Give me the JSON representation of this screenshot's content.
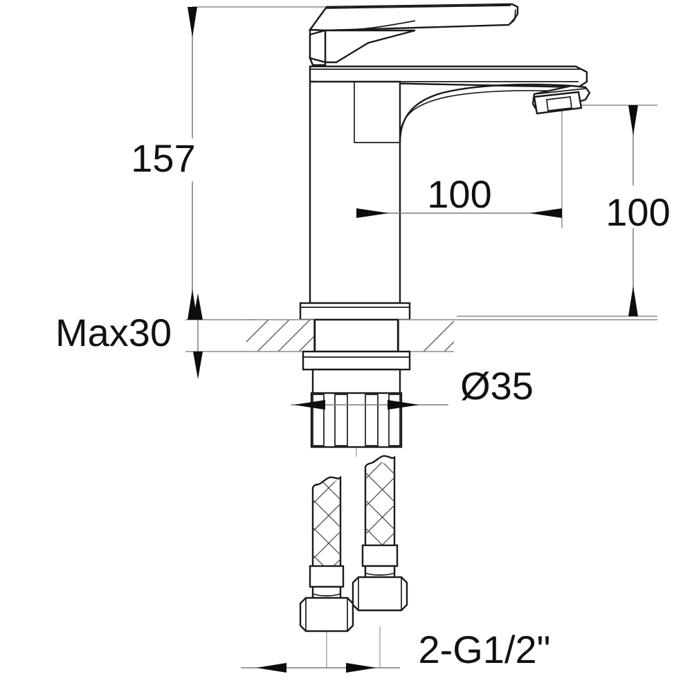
{
  "drawing": {
    "title": "Single-lever basin mixer tap dimensional drawing",
    "subject": "bathroom-faucet",
    "view": "front-elevation-section",
    "background_color": "#ffffff",
    "line_color": "#1a1a1a",
    "dimension_line_color": "#7a7a7a",
    "text_color": "#111111"
  },
  "dimensions": {
    "height_overall": {
      "label": "157",
      "orientation": "vertical",
      "description": "overall height from deck to top of lever"
    },
    "spout_reach": {
      "label": "100",
      "orientation": "horizontal",
      "description": "spout reach from centerline to aerator outlet"
    },
    "spout_height": {
      "label": "100",
      "orientation": "vertical",
      "description": "height from deck surface to spout outlet"
    },
    "deck_thickness": {
      "label": "Max30",
      "orientation": "vertical",
      "description": "maximum countertop thickness"
    },
    "mounting_hole": {
      "label": "Ø35",
      "orientation": "horizontal",
      "description": "mounting hole diameter"
    },
    "supply_thread": {
      "label": "2-G1/2\"",
      "orientation": "horizontal",
      "description": "two G1/2 inch supply hose connections"
    }
  },
  "parts": {
    "lever_handle": "lever-handle",
    "body_cap": "body-cap",
    "body_column": "faucet-body-column",
    "spout": "spout",
    "aerator": "aerator-outlet",
    "base_flange": "base-flange",
    "countertop": "countertop-section",
    "shank": "threaded-shank",
    "locknut": "mounting-locknut",
    "hose_left": "supply-hose-left",
    "hose_right": "supply-hose-right",
    "nut_left": "hex-nut-left",
    "nut_right": "hex-nut-right"
  }
}
